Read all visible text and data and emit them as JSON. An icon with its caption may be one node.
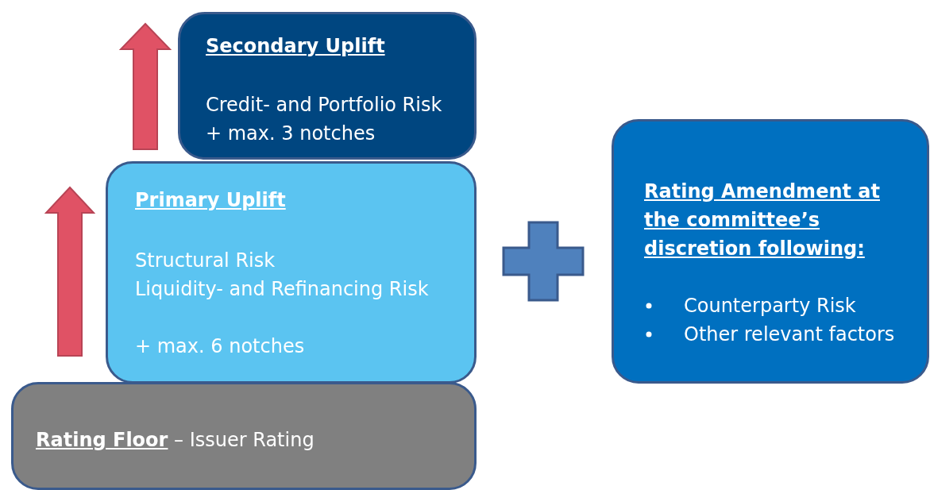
{
  "diagram": {
    "nodes": [
      {
        "text": [
          "Secondary Uplift",
          "Credit- and Portfolio Risk",
          "+ max. 3 notches"
        ]
      },
      {
        "text": [
          "Primary Uplift",
          "Structural Risk",
          "Liquidity- and Refinancing Risk",
          "+ max. 6 notches"
        ]
      },
      {
        "text": [
          "**Rating Floor** – Issuer Rating"
        ]
      },
      {
        "text": [
          "Rating Amendment at the committee’s discretion following:",
          "Counterparty Risk",
          "Other relevant factors"
        ]
      }
    ]
  }
}
